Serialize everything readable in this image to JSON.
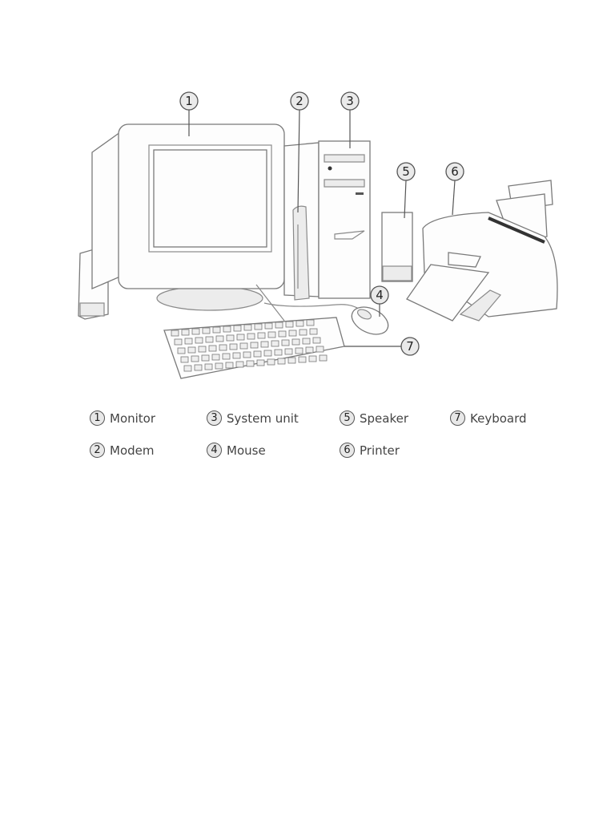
{
  "callouts": [
    {
      "number": "1",
      "label": "Monitor"
    },
    {
      "number": "2",
      "label": "Modem"
    },
    {
      "number": "3",
      "label": "System unit"
    },
    {
      "number": "4",
      "label": "Mouse"
    },
    {
      "number": "5",
      "label": "Speaker"
    },
    {
      "number": "6",
      "label": "Printer"
    },
    {
      "number": "7",
      "label": "Keyboard"
    }
  ]
}
